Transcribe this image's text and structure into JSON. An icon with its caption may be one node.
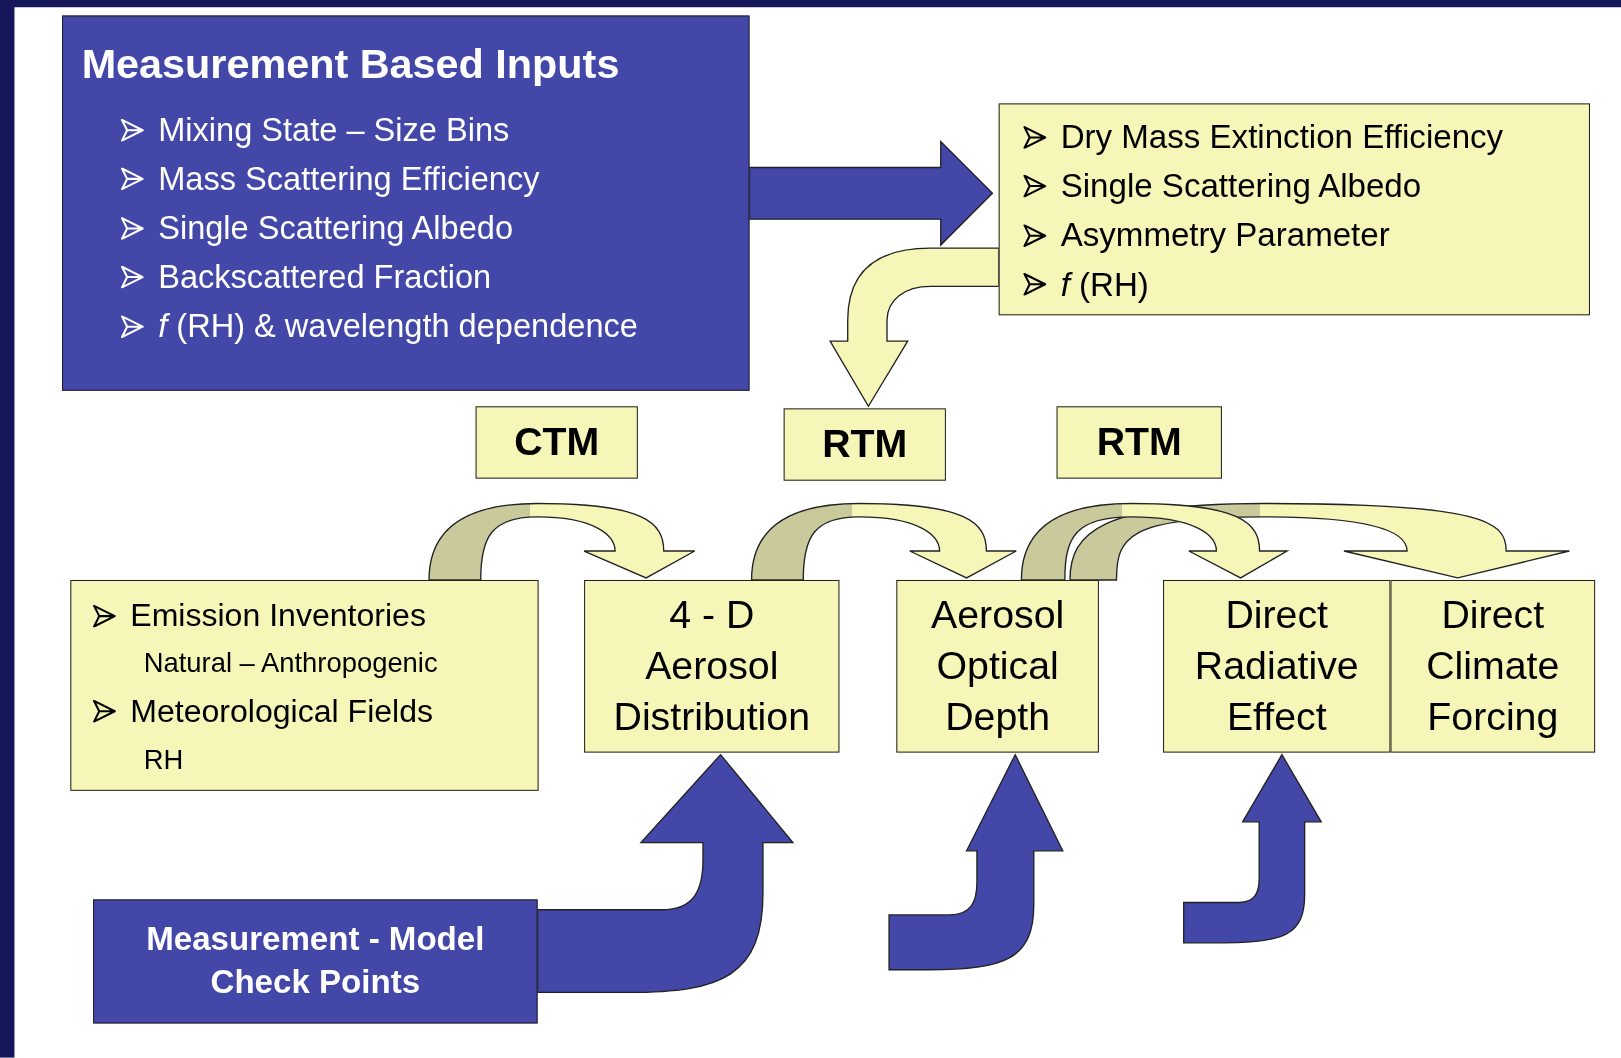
{
  "diagram": {
    "nodes": [
      {
        "text": [
          "Measurement Based Inputs",
          "Mixing State – Size Bins",
          "Mass Scattering Efficiency",
          "Single Scattering Albedo",
          "Backscattered Fraction",
          "*f* (RH) & wavelength dependence"
        ]
      },
      {
        "text": [
          "Dry Mass Extinction Efficiency",
          "Single Scattering Albedo",
          "Asymmetry Parameter",
          "*f* (RH)"
        ]
      },
      {
        "text": [
          "CTM"
        ]
      },
      {
        "text": [
          "RTM"
        ]
      },
      {
        "text": [
          "RTM"
        ]
      },
      {
        "text": [
          "Emission Inventories",
          "Natural – Anthropogenic",
          "Meteorological Fields",
          "RH"
        ]
      },
      {
        "text": [
          "4 - D Aerosol Distribution"
        ]
      },
      {
        "text": [
          "Aerosol Optical Depth"
        ]
      },
      {
        "text": [
          "Direct Radiative Effect"
        ]
      },
      {
        "text": [
          "Direct Climate Forcing"
        ]
      },
      {
        "text": [
          "Measurement - Model Check Points"
        ]
      }
    ],
    "edges": [
      {
        "from": 0,
        "to": 1,
        "arrow": "to",
        "color": "#4347a8"
      },
      {
        "from": 1,
        "to": 3,
        "arrow": "to"
      },
      {
        "from": 5,
        "to": 6,
        "arrow": "to"
      },
      {
        "from": 6,
        "to": 7,
        "arrow": "to"
      },
      {
        "from": 7,
        "to": 8,
        "arrow": "to"
      },
      {
        "from": 7,
        "to": 9,
        "arrow": "to"
      },
      {
        "from": 10,
        "to": 6,
        "arrow": "to",
        "color": "#4347a8"
      },
      {
        "from": null,
        "to": 7,
        "arrow": "to",
        "color": "#4347a8"
      },
      {
        "from": null,
        "to": 8,
        "arrow": "to",
        "color": "#4347a8"
      }
    ]
  }
}
